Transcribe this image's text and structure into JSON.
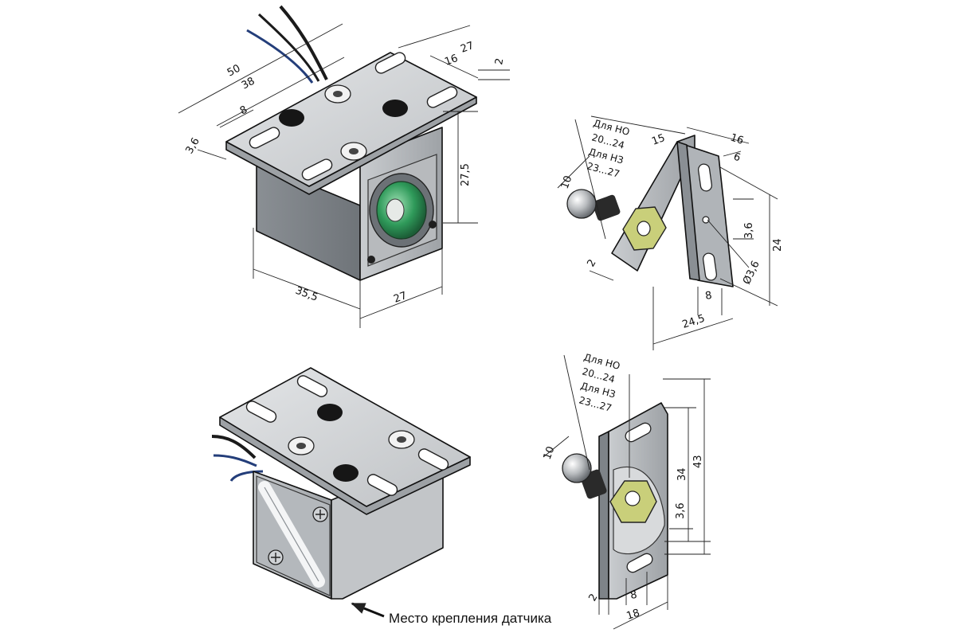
{
  "caption": "Место крепления датчика",
  "colors": {
    "metal_light": "#d2d4d6",
    "metal_mid": "#a9adb1",
    "metal_dark": "#7e8388",
    "lens_green": "#2f9a5a",
    "nut_yellow": "#c9cf7a",
    "wire_black": "#1b1b1b",
    "wire_blue": "#243e7a"
  },
  "lock_top": {
    "dim_50": "50",
    "dim_38": "38",
    "dim_8": "8",
    "dim_3_6": "3,6",
    "dim_27_top": "27",
    "dim_16": "16",
    "dim_2": "2",
    "dim_27_5": "27,5",
    "dim_35_5": "35,5",
    "dim_27_bottom": "27"
  },
  "striker_top": {
    "label_no": "Для НО",
    "range_no": "20...24",
    "label_nz": "Для НЗ",
    "range_nz": "23...27",
    "dim_10": "10",
    "dim_15": "15",
    "dim_16": "16",
    "dim_6": "6",
    "dim_3_6": "3,6",
    "dim_24": "24",
    "dim_d3_6": "Ø3,6",
    "dim_2": "2",
    "dim_8": "8",
    "dim_24_5": "24,5"
  },
  "striker_bottom": {
    "label_no": "Для НО",
    "range_no": "20...24",
    "label_nz": "Для НЗ",
    "range_nz": "23...27",
    "dim_10": "10",
    "dim_34": "34",
    "dim_43": "43",
    "dim_3_6": "3,6",
    "dim_2": "2",
    "dim_8": "8",
    "dim_18": "18"
  }
}
